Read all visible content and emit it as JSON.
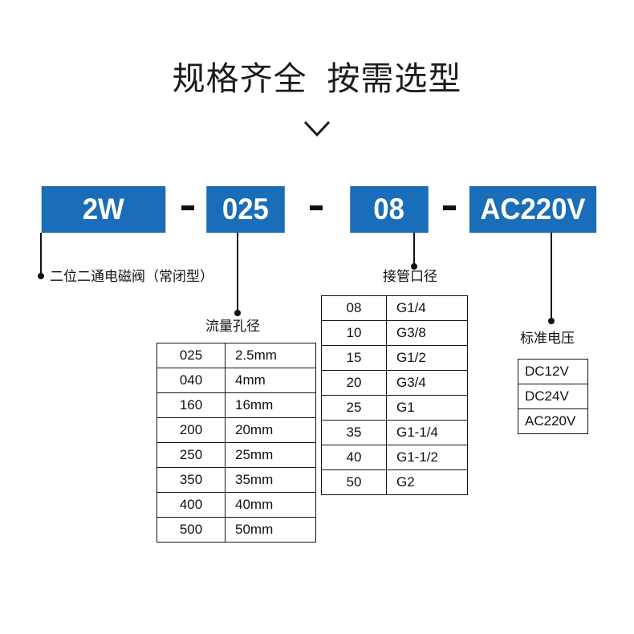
{
  "title": "规格齐全  按需选型",
  "chevron_icon": "chevron-down-icon",
  "accent_color": "#1a6db8",
  "model_code": {
    "separator": "-",
    "segments": [
      {
        "key": "series",
        "value": "2W"
      },
      {
        "key": "orifice",
        "value": "025"
      },
      {
        "key": "port",
        "value": "08"
      },
      {
        "key": "voltage",
        "value": "AC220V"
      }
    ]
  },
  "callouts": {
    "series": "二位二通电磁阀（常闭型）",
    "orifice": "流量孔径",
    "port": "接管口径",
    "voltage": "标准电压"
  },
  "tables": {
    "orifice": {
      "rows": [
        {
          "code": "025",
          "value": "2.5mm"
        },
        {
          "code": "040",
          "value": "4mm"
        },
        {
          "code": "160",
          "value": "16mm"
        },
        {
          "code": "200",
          "value": "20mm"
        },
        {
          "code": "250",
          "value": "25mm"
        },
        {
          "code": "350",
          "value": "35mm"
        },
        {
          "code": "400",
          "value": "40mm"
        },
        {
          "code": "500",
          "value": "50mm"
        }
      ]
    },
    "port": {
      "rows": [
        {
          "code": "08",
          "value": "G1/4"
        },
        {
          "code": "10",
          "value": "G3/8"
        },
        {
          "code": "15",
          "value": "G1/2"
        },
        {
          "code": "20",
          "value": "G3/4"
        },
        {
          "code": "25",
          "value": "G1"
        },
        {
          "code": "35",
          "value": "G1-1/4"
        },
        {
          "code": "40",
          "value": "G1-1/2"
        },
        {
          "code": "50",
          "value": "G2"
        }
      ]
    },
    "voltage": {
      "rows": [
        {
          "code": "DC12V"
        },
        {
          "code": "DC24V"
        },
        {
          "code": "AC220V"
        }
      ]
    }
  }
}
